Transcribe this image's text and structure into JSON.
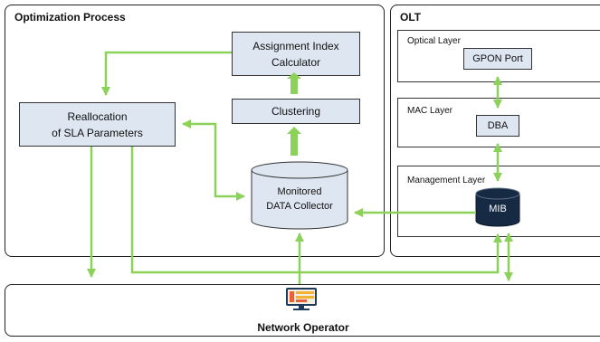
{
  "optimization": {
    "title": "Optimization Process",
    "assignment_line1": "Assignment Index",
    "assignment_line2": "Calculator",
    "clustering": "Clustering",
    "realloc_line1": "Reallocation",
    "realloc_line2": "of SLA Parameters",
    "collector_line1": "Monitored",
    "collector_line2": "DATA Collector"
  },
  "olt": {
    "title": "OLT",
    "optical_layer": "Optical Layer",
    "gpon_port": "GPON Port",
    "mac_layer": "MAC Layer",
    "dba": "DBA",
    "management_layer": "Management Layer",
    "mib": "MIB"
  },
  "operator": {
    "title": "Network Operator"
  },
  "colors": {
    "arrow": "#8cd15a",
    "box_fill": "#dde6f1",
    "mib_fill": "#162a44"
  }
}
